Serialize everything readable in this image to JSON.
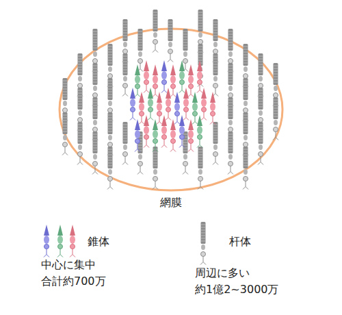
{
  "diagram": {
    "nodes": [
      {
        "text": [
          "網膜"
        ]
      }
    ],
    "labels": [
      "中心に集中",
      "合計約700万",
      "周辺に多い",
      "約1億2~3000万"
    ],
    "legend": [
      {
        "text": "錐体"
      },
      {
        "text": "杆体"
      }
    ]
  }
}
